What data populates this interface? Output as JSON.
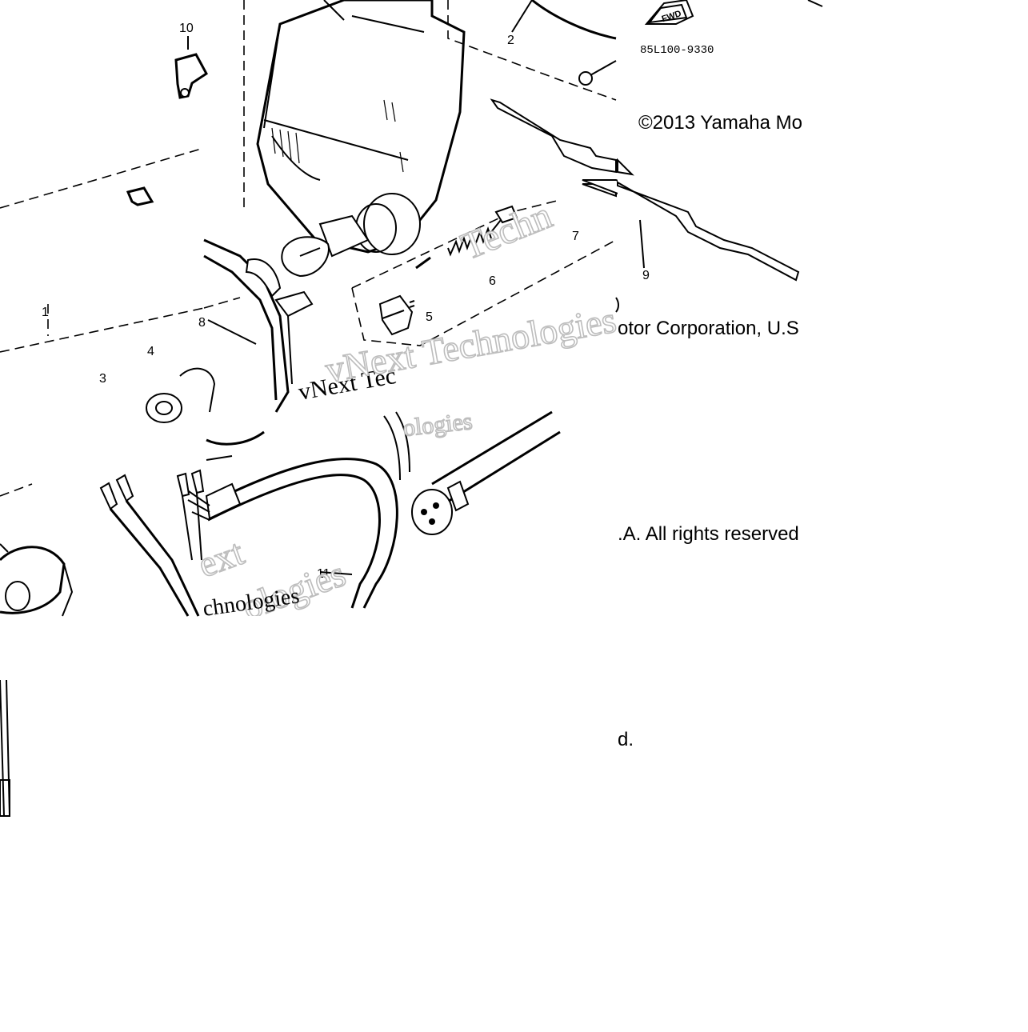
{
  "diagram": {
    "part_number": "85L100-9330",
    "direction_tag": "FWD",
    "callouts": [
      "1",
      "2",
      "3",
      "4",
      "5",
      "6",
      "7",
      "8",
      "9",
      "10",
      "11"
    ]
  },
  "watermark": {
    "line1": "vNext Technologies",
    "frag_a": "Techn",
    "frag_b": "vNext Tec",
    "frag_c": "ologies",
    "frag_d": "ext",
    "frag_e": "ologies",
    "frag_f": "chnologies"
  },
  "copyright": {
    "seg1": "©2013 Yamaha Mo",
    "seg2": "otor Corporation, U.S",
    "seg3": ".A. All rights reserved",
    "seg4": "d."
  }
}
